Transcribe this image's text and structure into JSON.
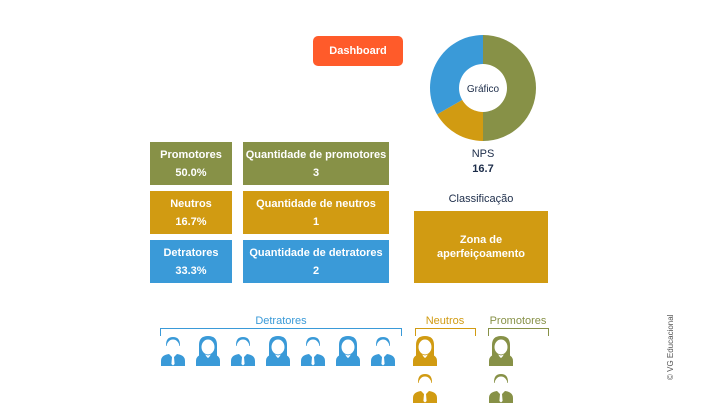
{
  "header": {
    "dashboard_label": "Dashboard"
  },
  "chart_data": {
    "type": "pie",
    "center_label": "Gráfico",
    "categories": [
      "Promotores",
      "Neutros",
      "Detratores"
    ],
    "values": [
      50.0,
      16.7,
      33.3
    ],
    "colors": [
      "#879147",
      "#d19b12",
      "#3a9ad8"
    ]
  },
  "nps": {
    "label": "NPS",
    "value": "16.7"
  },
  "percent_boxes": [
    {
      "label": "Promotores",
      "value": "50.0%"
    },
    {
      "label": "Neutros",
      "value": "16.7%"
    },
    {
      "label": "Detratores",
      "value": "33.3%"
    }
  ],
  "count_boxes": [
    {
      "label": "Quantidade de promotores",
      "value": "3"
    },
    {
      "label": "Quantidade de neutros",
      "value": "1"
    },
    {
      "label": "Quantidade de detratores",
      "value": "2"
    }
  ],
  "classification": {
    "title": "Classificação",
    "line1": "Zona de",
    "line2": "aperfeiçoamento"
  },
  "groups": {
    "detratores": {
      "label": "Detratores",
      "icons": [
        "man",
        "woman",
        "man",
        "woman",
        "man",
        "woman",
        "man"
      ]
    },
    "neutros": {
      "label": "Neutros",
      "icons": [
        "woman",
        "man"
      ]
    },
    "promotores": {
      "label": "Promotores",
      "icons": [
        "woman",
        "man"
      ]
    }
  },
  "colors": {
    "olive": "#879147",
    "mustard": "#d19b12",
    "blue": "#3a9ad8",
    "orange": "#ff5b2a",
    "navy": "#1c2c49"
  },
  "footer": {
    "copyright": "© VG Educacional"
  }
}
